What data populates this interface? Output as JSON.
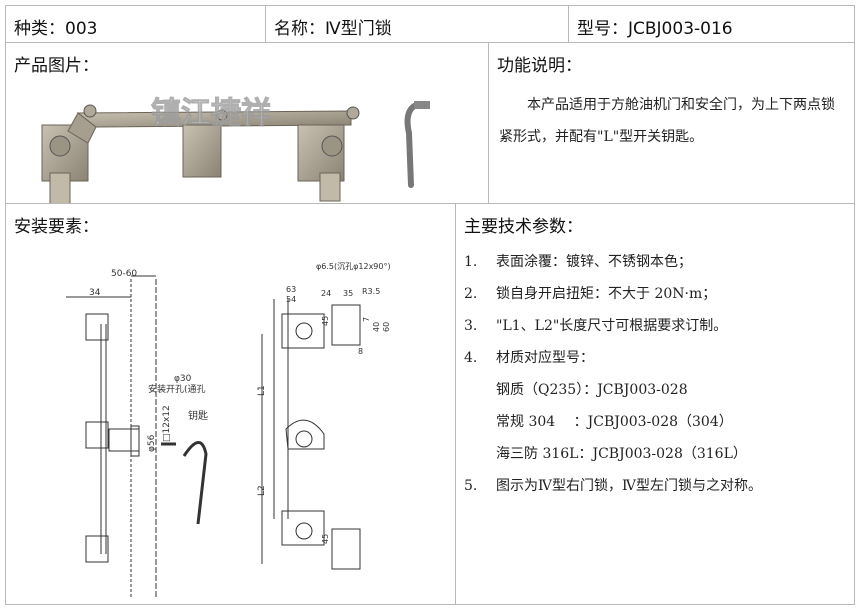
{
  "header": {
    "category": "种类：003",
    "name": "名称：Ⅳ型门锁",
    "model": "型号：JCBJ003-016"
  },
  "photo_section": {
    "title": "产品图片：",
    "watermark": "镇江捷祥"
  },
  "function_section": {
    "title": "功能说明：",
    "text": "本产品适用于方舱油机门和安全门，为上下两点锁紧形式，并配有\"L\"型开关钥匙。"
  },
  "install_section": {
    "title": "安装要素：",
    "labels": {
      "w5060": "50-60",
      "w34": "34",
      "d30": "φ30",
      "hole": "安装开孔(通孔",
      "sq": "□12x12",
      "d56": "φ56",
      "key": "钥匙",
      "countersink": "φ6.5(沉孔φ12x90°)",
      "w63": "63",
      "w54": "54",
      "w24": "24",
      "w35": "35",
      "r35": "R3.5",
      "h45a": "45",
      "h7": "7",
      "h40": "40",
      "h60": "60",
      "w8": "8",
      "l1": "L1",
      "l2": "L2",
      "h45b": "45"
    }
  },
  "tech_section": {
    "title": "主要技术参数：",
    "items": [
      {
        "num": "1.",
        "text": "表面涂覆：镀锌、不锈钢本色；"
      },
      {
        "num": "2.",
        "text": "锁自身开启扭矩：不大于 20N·m；"
      },
      {
        "num": "3.",
        "text": "\"L1、L2\"长度尺寸可根据要求订制。"
      },
      {
        "num": "4.",
        "text": "材质对应型号："
      },
      {
        "num": "5.",
        "text": "图示为Ⅳ型右门锁，Ⅳ型左门锁与之对称。"
      }
    ],
    "materials": [
      "钢质（Q235）：JCBJ003-028",
      "常规 304　 ：JCBJ003-028（304）",
      "海三防 316L：JCBJ003-028（316L）"
    ]
  }
}
